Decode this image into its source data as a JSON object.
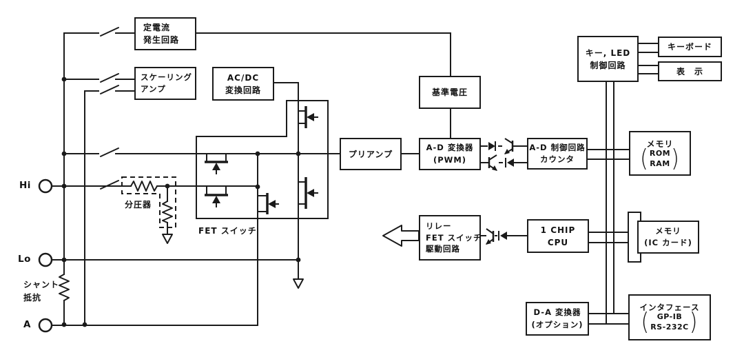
{
  "diagram": {
    "terminals": {
      "hi": "Hi",
      "lo": "Lo",
      "a": "A"
    },
    "labels": {
      "divider": "分圧器",
      "fet_switch": "FET スイッチ",
      "shunt": [
        "シャント",
        "抵抗"
      ]
    },
    "blocks": {
      "constant_current": {
        "lines": [
          "定電流",
          "発生回路"
        ]
      },
      "scaling_amp": {
        "lines": [
          "スケーリング",
          "アンプ"
        ]
      },
      "acdc": {
        "lines": [
          "AC/DC",
          "変換回路"
        ]
      },
      "preamp": {
        "lines": [
          "プリアンプ"
        ]
      },
      "ref_voltage": {
        "lines": [
          "基準電圧"
        ]
      },
      "ad_converter": {
        "lines": [
          "A-D 変換器",
          "(PWM)"
        ]
      },
      "ad_control": {
        "lines": [
          "A-D 制御回路",
          "カウンタ"
        ]
      },
      "key_led": {
        "lines": [
          "キー, LED",
          "制御回路"
        ]
      },
      "keyboard": {
        "lines": [
          "キーボード"
        ]
      },
      "display": {
        "lines": [
          "表　示"
        ]
      },
      "memory_rom": {
        "title": "メモリ",
        "paren_open": "(",
        "paren_close": ")",
        "items": [
          "ROM",
          "RAM"
        ]
      },
      "relay_drive": {
        "lines": [
          "リレー",
          "FET スイッチ",
          "駆動回路"
        ]
      },
      "cpu": {
        "lines": [
          "1 CHIP",
          "CPU"
        ]
      },
      "memory_ic": {
        "lines": [
          "メモリ",
          "(IC カード)"
        ]
      },
      "da_converter": {
        "lines": [
          "D-A 変換器",
          "(オプション)"
        ]
      },
      "interface": {
        "title": "インタフェース",
        "paren_open": "(",
        "paren_close": ")",
        "items": [
          "GP-IB",
          "RS-232C"
        ]
      }
    },
    "colors": {
      "ink": "#1a1a1a",
      "paper": "#ffffff"
    }
  }
}
